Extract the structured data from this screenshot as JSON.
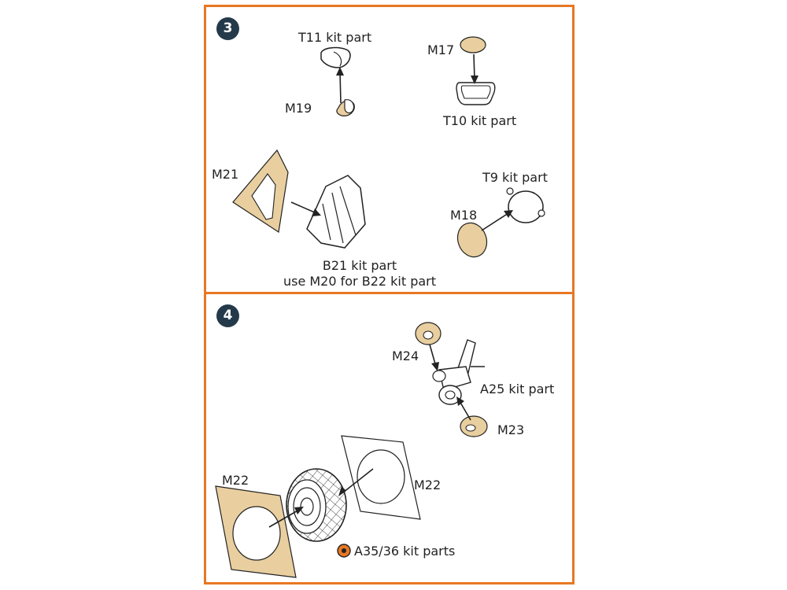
{
  "colors": {
    "frame": "#e87722",
    "badge": "#243a4b",
    "photoetch": "#e9cf9f",
    "line": "#222222"
  },
  "steps": [
    {
      "number": "3",
      "labels": {
        "t11": "T11 kit part",
        "m19": "M19",
        "m17": "M17",
        "t10": "T10 kit part",
        "m21": "M21",
        "t9": "T9 kit part",
        "m18": "M18",
        "b21": "B21 kit part",
        "b22_note": "use M20 for B22 kit part"
      }
    },
    {
      "number": "4",
      "labels": {
        "m24": "M24",
        "a25": "A25 kit part",
        "m23": "M23",
        "m22_left": "M22",
        "m22_right": "M22",
        "a35": "A35/36 kit parts"
      }
    }
  ]
}
